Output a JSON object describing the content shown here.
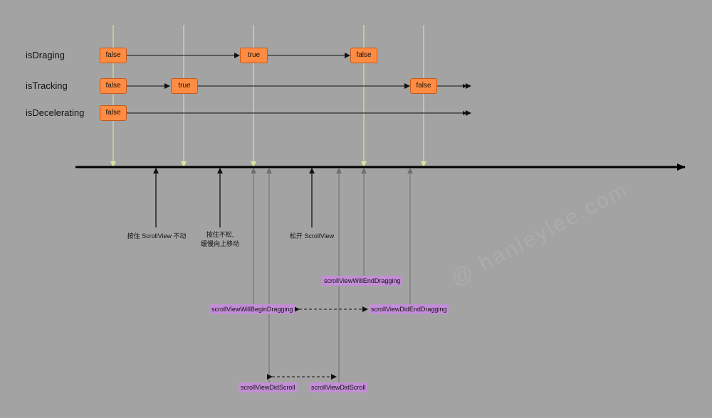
{
  "rows": {
    "isDraging": "isDraging",
    "isTracking": "isTracking",
    "isDecelerating": "isDecelerating"
  },
  "states": {
    "drag_1": "false",
    "drag_2": "true",
    "drag_3": "false",
    "track_1": "false",
    "track_2": "true",
    "track_3": "false",
    "decel_1": "false"
  },
  "notes": {
    "press_still": "按住 ScrollView 不动",
    "press_move_1": "按住不松,",
    "press_move_2": "缓慢向上移动",
    "release": "松开 ScrollView"
  },
  "callbacks": {
    "will_end_dragging": "scrollViewWillEndDragging",
    "will_begin_dragging": "scrollViewWillBeginDragging",
    "did_end_dragging": "scrollViewDidEndDragging",
    "did_scroll_1": "scrollViewDidScroll",
    "did_scroll_2": "scrollViewDidScroll"
  },
  "watermark": "@ hanleylee.com",
  "colors": {
    "background": "#a3a3a3",
    "state_fill": "#ff8c42",
    "callback_fill": "#c38ed6",
    "guide_line": "#e0e8a8",
    "event_arrow": "#111111",
    "callback_line": "#6e6e6e"
  }
}
